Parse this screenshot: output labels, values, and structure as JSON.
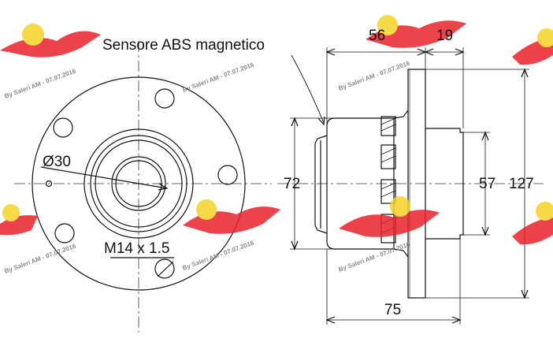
{
  "callout": {
    "sensor_label": "Sensore ABS magnetico"
  },
  "front_view": {
    "bore_label": "Ø30",
    "thread_label": "M14 x 1.5"
  },
  "side_view": {
    "dim_total_width": "75",
    "dim_hub_width": "56",
    "dim_flange_width": "19",
    "dim_outer_diameter": "127",
    "dim_bearing_diameter": "72",
    "dim_spigot_diameter": "57"
  },
  "watermark": {
    "text": "By Saleri AM - 07.07.2016",
    "logo_color": "#e8232a",
    "logo_accent": "#f5d328"
  },
  "colors": {
    "line": "#111111",
    "centerline": "#333333"
  }
}
